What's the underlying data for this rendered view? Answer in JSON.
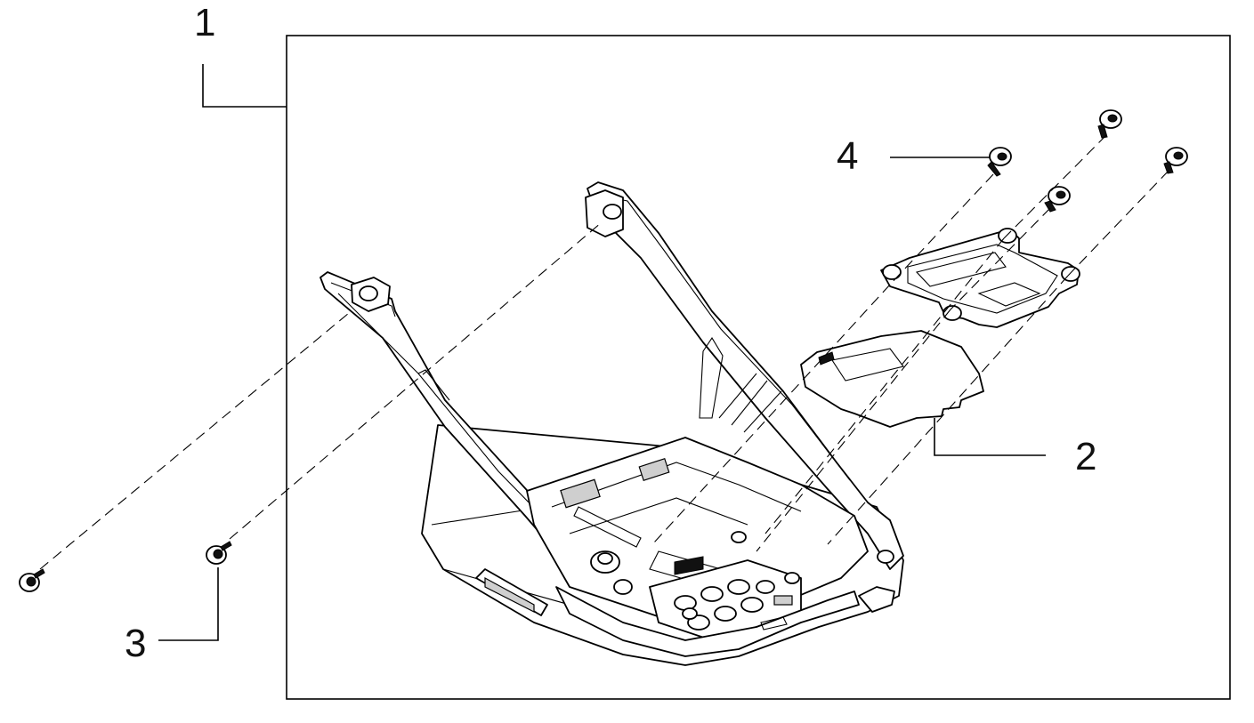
{
  "callouts": {
    "item1": "1",
    "item2": "2",
    "item3": "3",
    "item4": "4"
  },
  "colors": {
    "line": "#000000",
    "background": "#ffffff",
    "shading": "#cfcfcf"
  }
}
